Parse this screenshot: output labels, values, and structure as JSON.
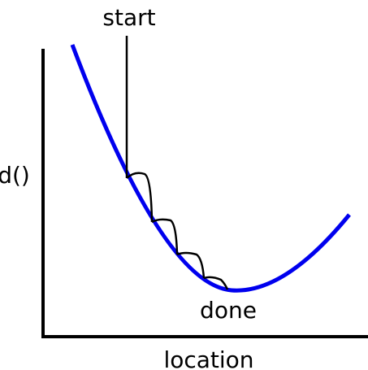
{
  "diagram": {
    "labels": {
      "start": "start",
      "done": "done",
      "y_axis": "d()",
      "x_axis": "location"
    },
    "colors": {
      "curve": "#0000ee",
      "axes": "#000000",
      "steps": "#000000",
      "background": "#ffffff"
    }
  }
}
